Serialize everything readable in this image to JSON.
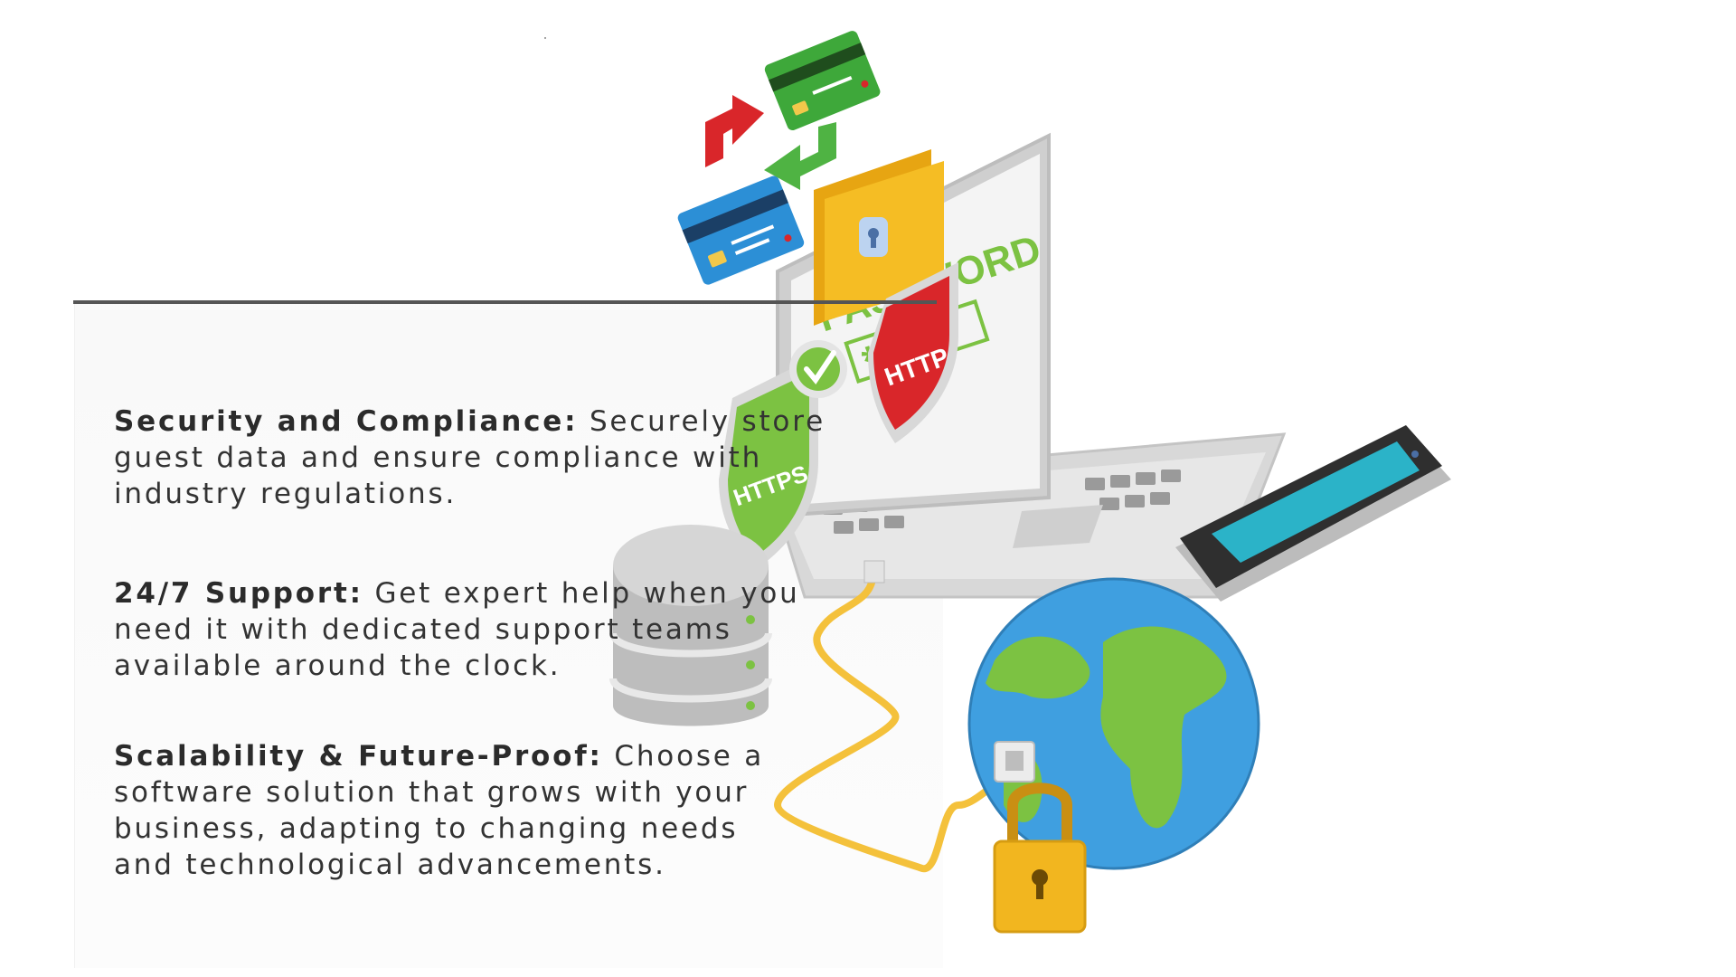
{
  "features": [
    {
      "title": "Security and Compliance:",
      "lines": [
        "Securely store",
        "guest data and ensure compliance with",
        "industry regulations."
      ]
    },
    {
      "title": "24/7 Support:",
      "lines": [
        "Get expert help when you",
        "need it with dedicated support teams",
        "available around the clock."
      ]
    },
    {
      "title": "Scalability & Future-Proof:",
      "lines": [
        "Choose a",
        "software solution that grows with your",
        "business, adapting to changing needs",
        "and technological advancements."
      ]
    }
  ],
  "illustration": {
    "password_label": "PASSWORD",
    "password_mask": "****",
    "https_label": "HTTPS",
    "http_label": "HTTP"
  },
  "colors": {
    "https_shield": "#7cc242",
    "http_shield": "#d9262a",
    "card_blue": "#2c8fd6",
    "card_green": "#3ea83a",
    "folder": "#f2b61f",
    "cable": "#f4c13b",
    "globe_ocean": "#3f9fe0",
    "globe_land": "#7cc242",
    "phone_screen": "#2bb3c8",
    "text": "#333333"
  }
}
